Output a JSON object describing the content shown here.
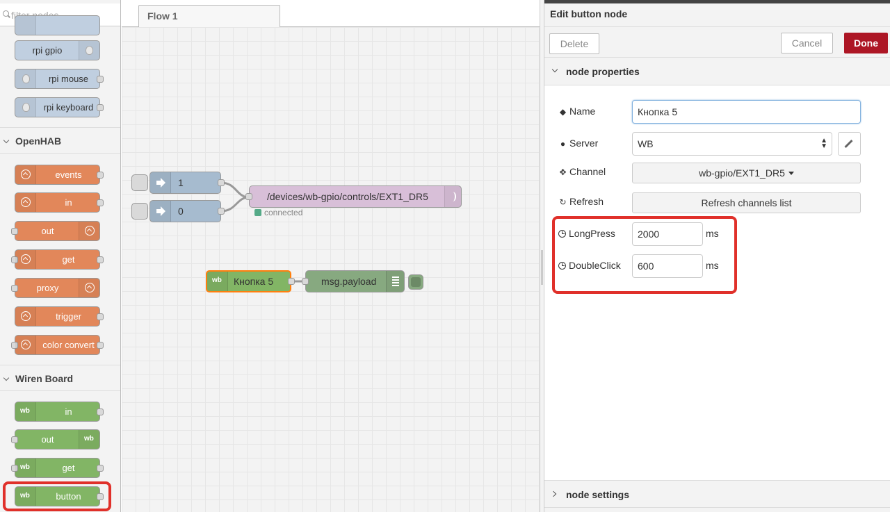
{
  "palette": {
    "search_placeholder": "filter nodes",
    "rpi_nodes": [
      {
        "label": "rpi gpio"
      },
      {
        "label": "rpi mouse"
      },
      {
        "label": "rpi keyboard"
      }
    ],
    "categories": {
      "openhab": "OpenHAB",
      "wirenboard": "Wiren Board"
    },
    "openhab_nodes": [
      {
        "label": "events"
      },
      {
        "label": "in"
      },
      {
        "label": "out"
      },
      {
        "label": "get"
      },
      {
        "label": "proxy"
      },
      {
        "label": "trigger"
      },
      {
        "label": "color convert"
      }
    ],
    "wb_icon_text": "wb",
    "wb_nodes": [
      {
        "label": "in"
      },
      {
        "label": "out"
      },
      {
        "label": "get"
      },
      {
        "label": "button"
      }
    ]
  },
  "workspace": {
    "tab_label": "Flow 1",
    "nodes": {
      "inject_1": "1",
      "inject_2": "0",
      "mqtt_topic": "/devices/wb-gpio/controls/EXT1_DR5",
      "mqtt_status": "connected",
      "button_node": "Кнопка 5",
      "debug_node": "msg.payload"
    }
  },
  "editor": {
    "title": "Edit button node",
    "delete_label": "Delete",
    "cancel_label": "Cancel",
    "done_label": "Done",
    "section_properties": "node properties",
    "section_settings": "node settings",
    "fields": {
      "name_label": "Name",
      "name_value": "Кнопка 5",
      "server_label": "Server",
      "server_value": "WB",
      "channel_label": "Channel",
      "channel_value": "wb-gpio/EXT1_DR5",
      "refresh_label": "Refresh",
      "refresh_button": "Refresh channels list",
      "longpress_label": "LongPress",
      "longpress_value": "2000",
      "longpress_unit": "ms",
      "doubleclick_label": "DoubleClick",
      "doubleclick_value": "600",
      "doubleclick_unit": "ms"
    }
  },
  "colors": {
    "done_button": "#ad1625",
    "highlight_box": "#e0302a",
    "wb_node": "#82b565",
    "openhab_node": "#e2875a",
    "rpi_node": "#c0cfe0"
  }
}
